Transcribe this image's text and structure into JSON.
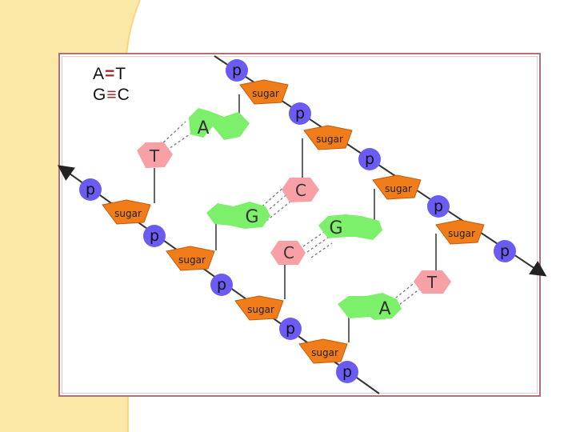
{
  "legend": {
    "at": {
      "left": "A",
      "bond": "=",
      "right": "T"
    },
    "gc": {
      "left": "G",
      "bond": "≡",
      "right": "C"
    }
  },
  "labels": {
    "phosphate": "p",
    "sugar": "sugar"
  },
  "bases": {
    "pair1": {
      "left": "T",
      "right": "A"
    },
    "pair2": {
      "left": "G",
      "right": "C"
    },
    "pair3": {
      "left": "C",
      "right": "G"
    },
    "pair4": {
      "left": "A",
      "right": "T"
    }
  },
  "colors": {
    "phosphate": "#6a5cf2",
    "sugar": "#f07d1a",
    "purine": "#7cf06a",
    "pyrimidine": "#f7a0a6",
    "background_band": "#fbe8a6",
    "bond_mark": "#a8272c"
  }
}
